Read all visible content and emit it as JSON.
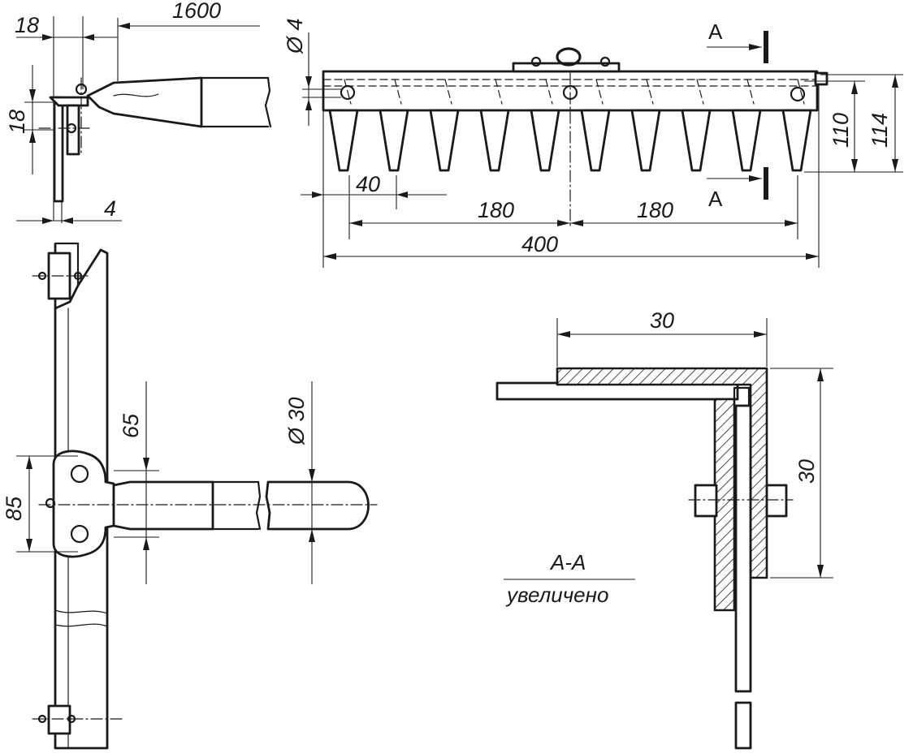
{
  "diagram": {
    "view_labels": {
      "section_cut": "A",
      "section_title": "A-A",
      "section_note": "увеличено"
    },
    "dimensions": {
      "side_handle_length": "1600",
      "side_top_offset": "18",
      "side_vertical": "18",
      "side_thickness": "4",
      "hole_diameter": "Ø 4",
      "tooth_pitch": "40",
      "half_span_left": "180",
      "half_span_right": "180",
      "overall_length": "400",
      "tine_height": "110",
      "overall_height": "114",
      "mount_height": "85",
      "neck_width": "65",
      "handle_diameter": "Ø 30",
      "section_width": "30",
      "section_height": "30"
    }
  }
}
